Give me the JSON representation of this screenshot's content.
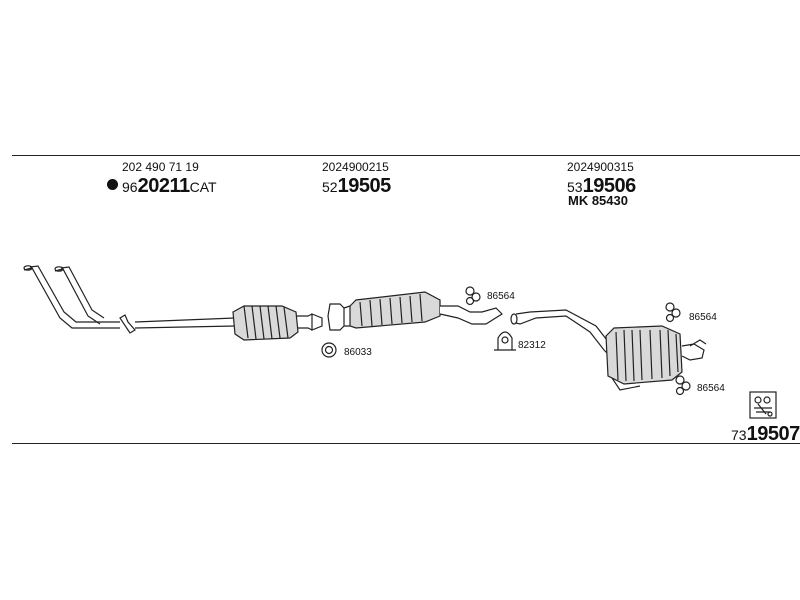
{
  "parts": [
    {
      "oe": "202 490 71 19",
      "prefix": "96",
      "number": "20211",
      "suffix": "CAT"
    },
    {
      "oe": "2024900215",
      "prefix": "52",
      "number": "19505",
      "suffix": ""
    },
    {
      "oe": "2024900315",
      "prefix": "53",
      "number": "19506",
      "suffix": "",
      "kit": "MK  85430"
    }
  ],
  "accessories": [
    {
      "code": "86564",
      "kind": "rubber-hanger"
    },
    {
      "code": "86033",
      "kind": "ring-gasket"
    },
    {
      "code": "82312",
      "kind": "pipe-clamp"
    },
    {
      "code": "86564",
      "kind": "rubber-hanger"
    },
    {
      "code": "86564",
      "kind": "rubber-hanger"
    }
  ],
  "assembly": {
    "prefix": "73",
    "number": "19507"
  },
  "colors": {
    "ink": "#111111",
    "fill": "#d9d9d9",
    "line": "#222222"
  }
}
